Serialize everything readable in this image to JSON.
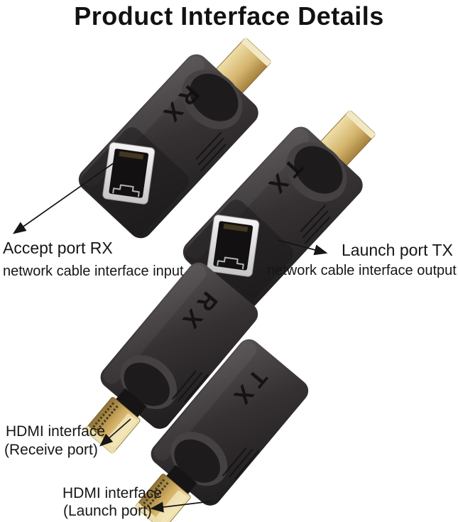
{
  "title": "Product Interface Details",
  "devices": {
    "top_left_marking": "RX",
    "top_right_marking": "TX",
    "bottom_left_marking": "RX",
    "bottom_right_marking": "TX"
  },
  "annotations": {
    "accept_port": {
      "title": "Accept port RX",
      "subtitle": "network cable interface input"
    },
    "launch_port": {
      "title": "Launch port TX",
      "subtitle": "network cable interface output"
    },
    "hdmi_receive": {
      "title": "HDMI interface",
      "subtitle": "(Receive port)"
    },
    "hdmi_launch": {
      "title": "HDMI interface",
      "subtitle": "(Launch port)"
    }
  },
  "colors": {
    "background": "#ffffff",
    "device_body": "#2e2a2b",
    "gold_plug": "#d3b571",
    "rj45_bezel": "#e6e6e6",
    "ink": "#161616"
  }
}
